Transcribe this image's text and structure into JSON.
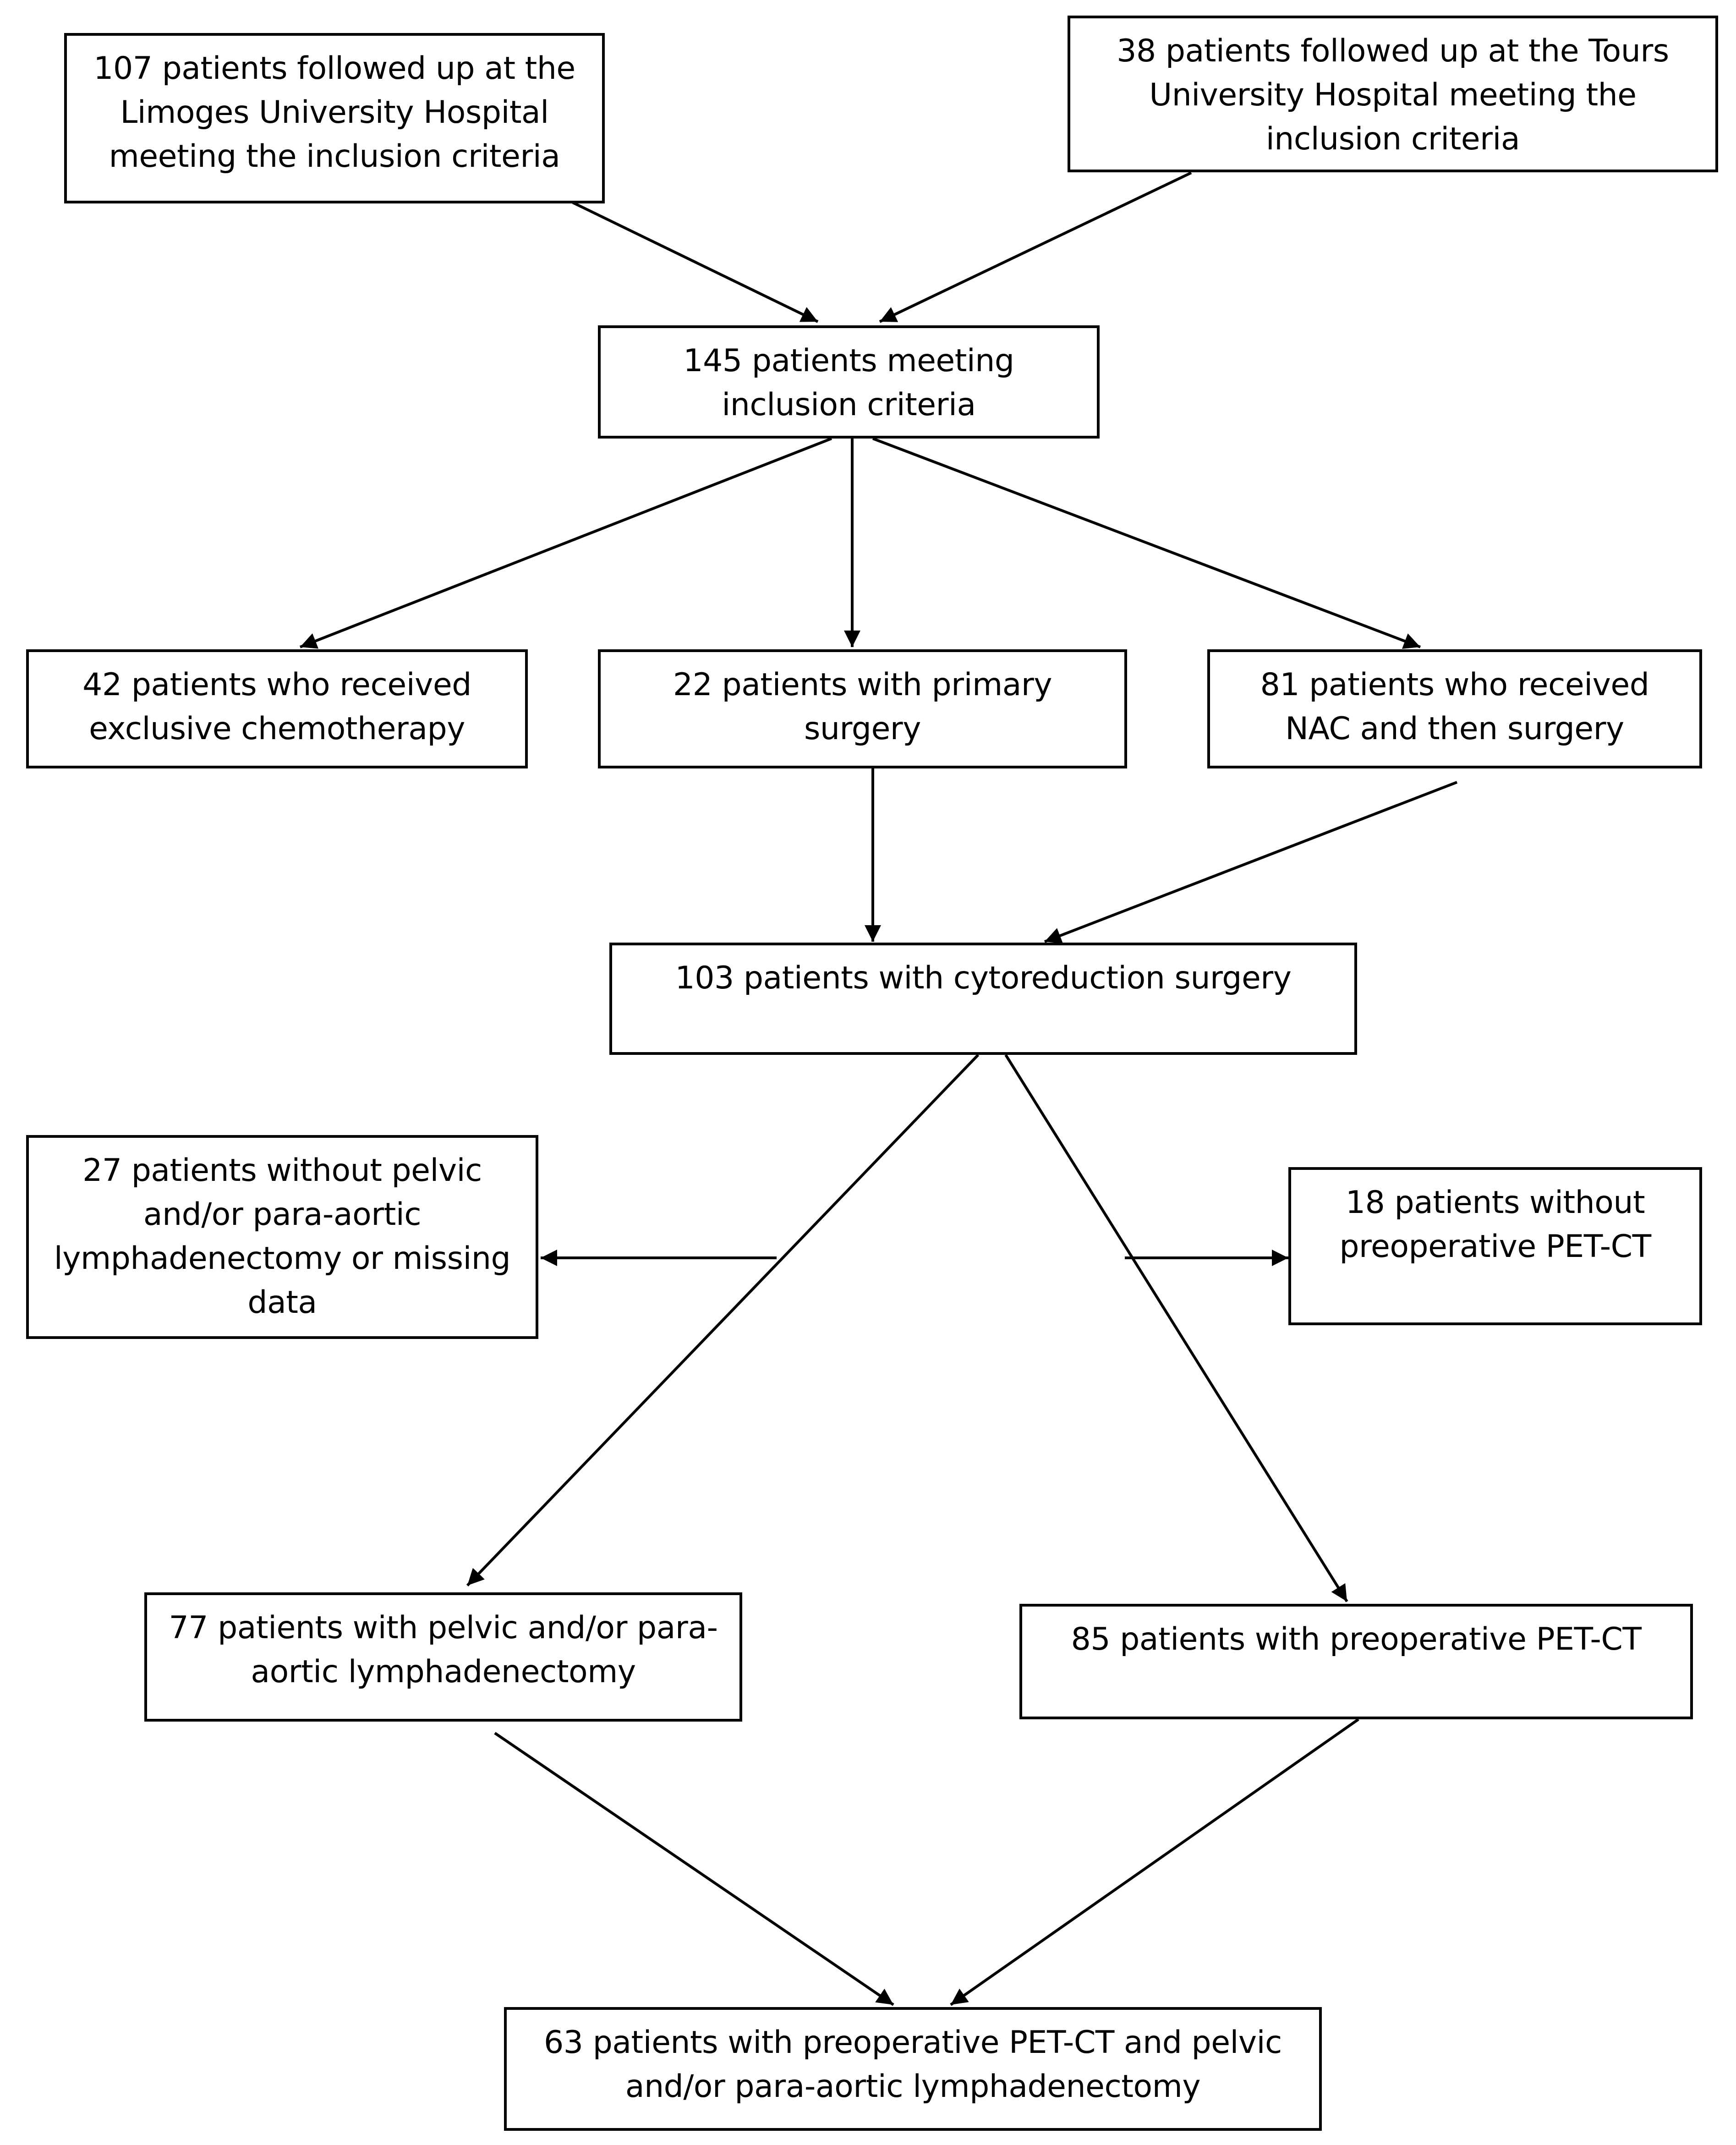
{
  "diagram": {
    "boxes": {
      "limoges": "107 patients followed up at the Limoges University Hospital meeting the inclusion criteria",
      "tours": "38 patients followed up at the Tours University Hospital meeting the inclusion criteria",
      "inclusion": "145 patients meeting inclusion criteria",
      "exclusive_chemo": "42 patients who received exclusive chemotherapy",
      "primary_surgery": "22 patients with primary surgery",
      "nac_surgery": "81 patients who received NAC and then surgery",
      "cytoreduction": "103 patients with cytoreduction surgery",
      "no_lymphadenectomy": "27 patients without pelvic and/or para-aortic lymphadenectomy or missing data",
      "no_petct": "18 patients without preoperative PET-CT",
      "lymphadenectomy": "77 patients with pelvic and/or para-aortic lymphadenectomy",
      "petct": "85 patients with preoperative PET-CT",
      "final": "63 patients with preoperative PET-CT and pelvic and/or para-aortic lymphadenectomy"
    }
  }
}
